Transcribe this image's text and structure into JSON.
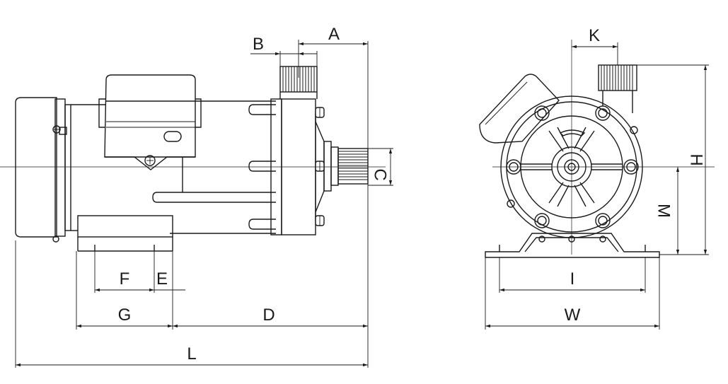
{
  "diagram": {
    "dimension_labels": {
      "A": "A",
      "B": "B",
      "C": "C",
      "D": "D",
      "E": "E",
      "F": "F",
      "G": "G",
      "L": "L",
      "K": "K",
      "H": "H",
      "M": "M",
      "I": "I",
      "W": "W"
    }
  }
}
